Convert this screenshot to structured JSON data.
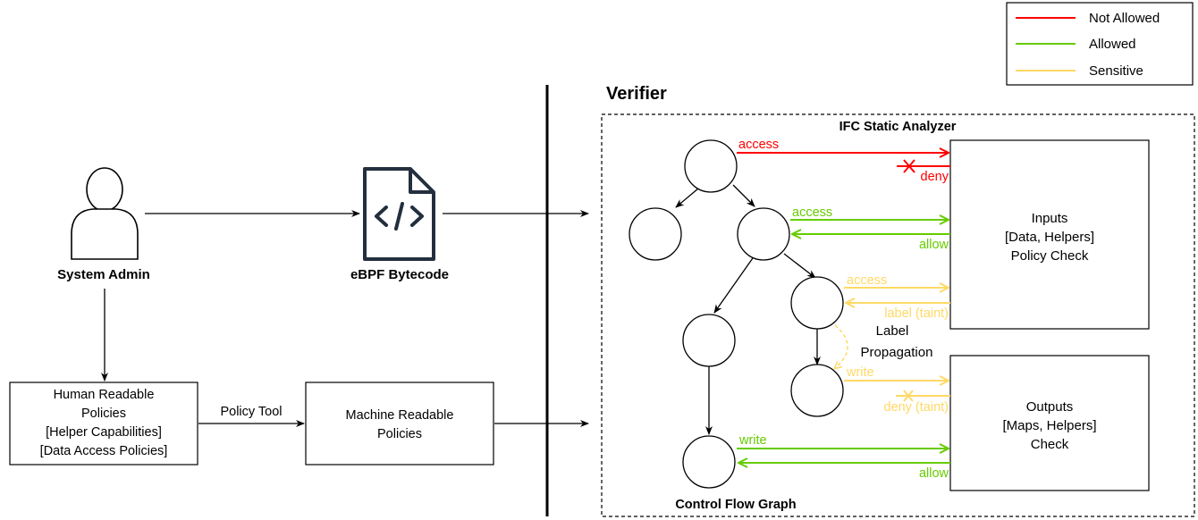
{
  "legend": {
    "items": [
      {
        "label": "Not Allowed",
        "color": "#ff0000"
      },
      {
        "label": "Allowed",
        "color": "#66cc00"
      },
      {
        "label": "Sensitive",
        "color": "#ffd966"
      }
    ]
  },
  "left": {
    "admin_label": "System Admin",
    "bytecode_label": "eBPF Bytecode",
    "human_policies": [
      "Human Readable",
      "Policies",
      "[Helper Capabilities]",
      "[Data Access Policies]"
    ],
    "policy_tool_label": "Policy Tool",
    "machine_policies": [
      "Machine Readable",
      "Policies"
    ]
  },
  "verifier": {
    "title": "Verifier",
    "analyzer_title": "IFC Static Analyzer",
    "cfg_label": "Control Flow Graph",
    "label_propagation": [
      "Label",
      "Propagation"
    ],
    "inputs_box": [
      "Inputs",
      "[Data, Helpers]",
      "Policy Check"
    ],
    "outputs_box": [
      "Outputs",
      "[Maps, Helpers]",
      "Check"
    ]
  },
  "flows": {
    "access_red": "access",
    "deny_red": "deny",
    "access_green": "access",
    "allow_green_in": "allow",
    "access_yellow": "access",
    "label_taint": "label (taint)",
    "write_yellow": "write",
    "deny_taint": "deny (taint)",
    "write_green": "write",
    "allow_green_out": "allow"
  },
  "colors": {
    "red": "#ff0000",
    "green": "#66cc00",
    "yellow": "#ffd966",
    "black": "#000000"
  }
}
